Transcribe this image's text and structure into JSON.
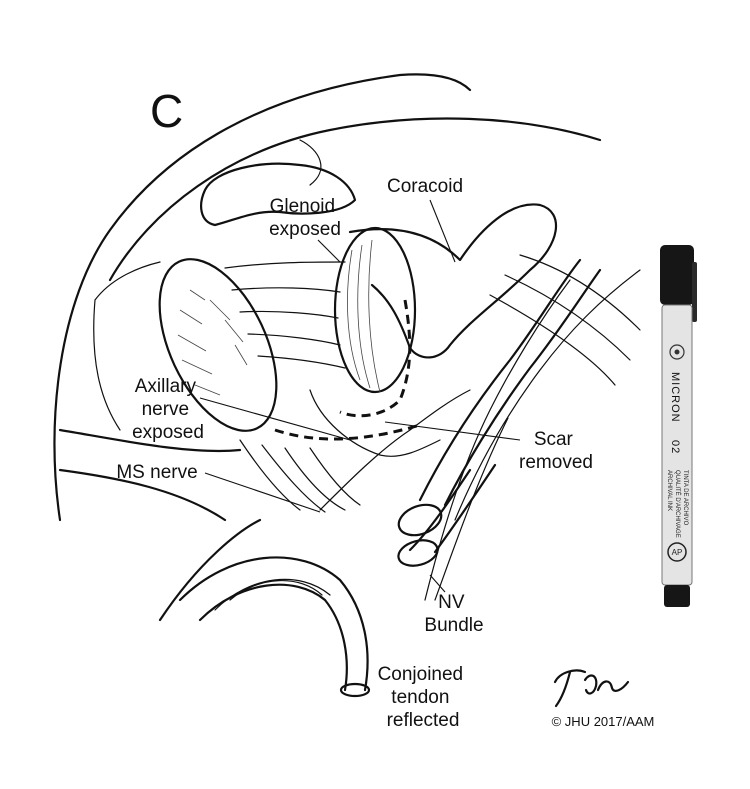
{
  "panel_letter": "C",
  "labels": {
    "glenoid": [
      "Glenoid",
      "exposed"
    ],
    "coracoid": [
      "Coracoid"
    ],
    "axillary": [
      "Axillary",
      "nerve",
      "exposed"
    ],
    "scar": [
      "Scar",
      "removed"
    ],
    "ms_nerve": [
      "MS nerve"
    ],
    "nv_bundle": [
      "NV",
      "Bundle"
    ],
    "conjoined": [
      "Conjoined",
      "tendon",
      "reflected"
    ]
  },
  "copyright": "© JHU 2017/AAM",
  "pen": {
    "brand": "MICRON",
    "size": "02",
    "fine_print": [
      "ARCHIVAL INK",
      "QUALITÉ D'ARCHIVAGE",
      "TINTA DE ARCHIVO"
    ],
    "badge": "AP"
  },
  "colors": {
    "ink": "#111111",
    "paper": "#ffffff",
    "pen_body": "#e4e4e4",
    "pen_cap": "#161616"
  }
}
